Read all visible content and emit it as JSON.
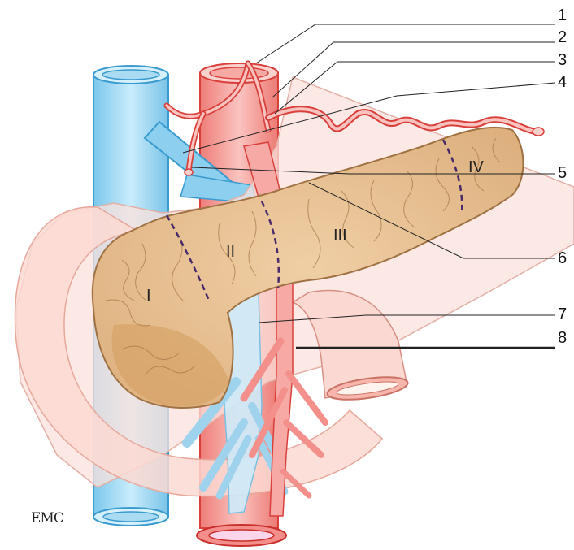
{
  "labels": [
    "1",
    "2",
    "3",
    "4",
    "5",
    "6",
    "7",
    "8"
  ],
  "segments": [
    "I",
    "II",
    "III",
    "IV"
  ],
  "logo_text": "EMC",
  "colors": {
    "vein_blue": "#a9dcf3",
    "vein_stroke": "#3a9bd0",
    "artery_red": "#f4a3a0",
    "artery_stroke": "#d9403c",
    "pancreas": "#e8bf92",
    "pancreas_stroke": "#b98a5a",
    "peritoneum": "#fbe1dc",
    "peritoneum_stroke": "#e3b0a6"
  }
}
